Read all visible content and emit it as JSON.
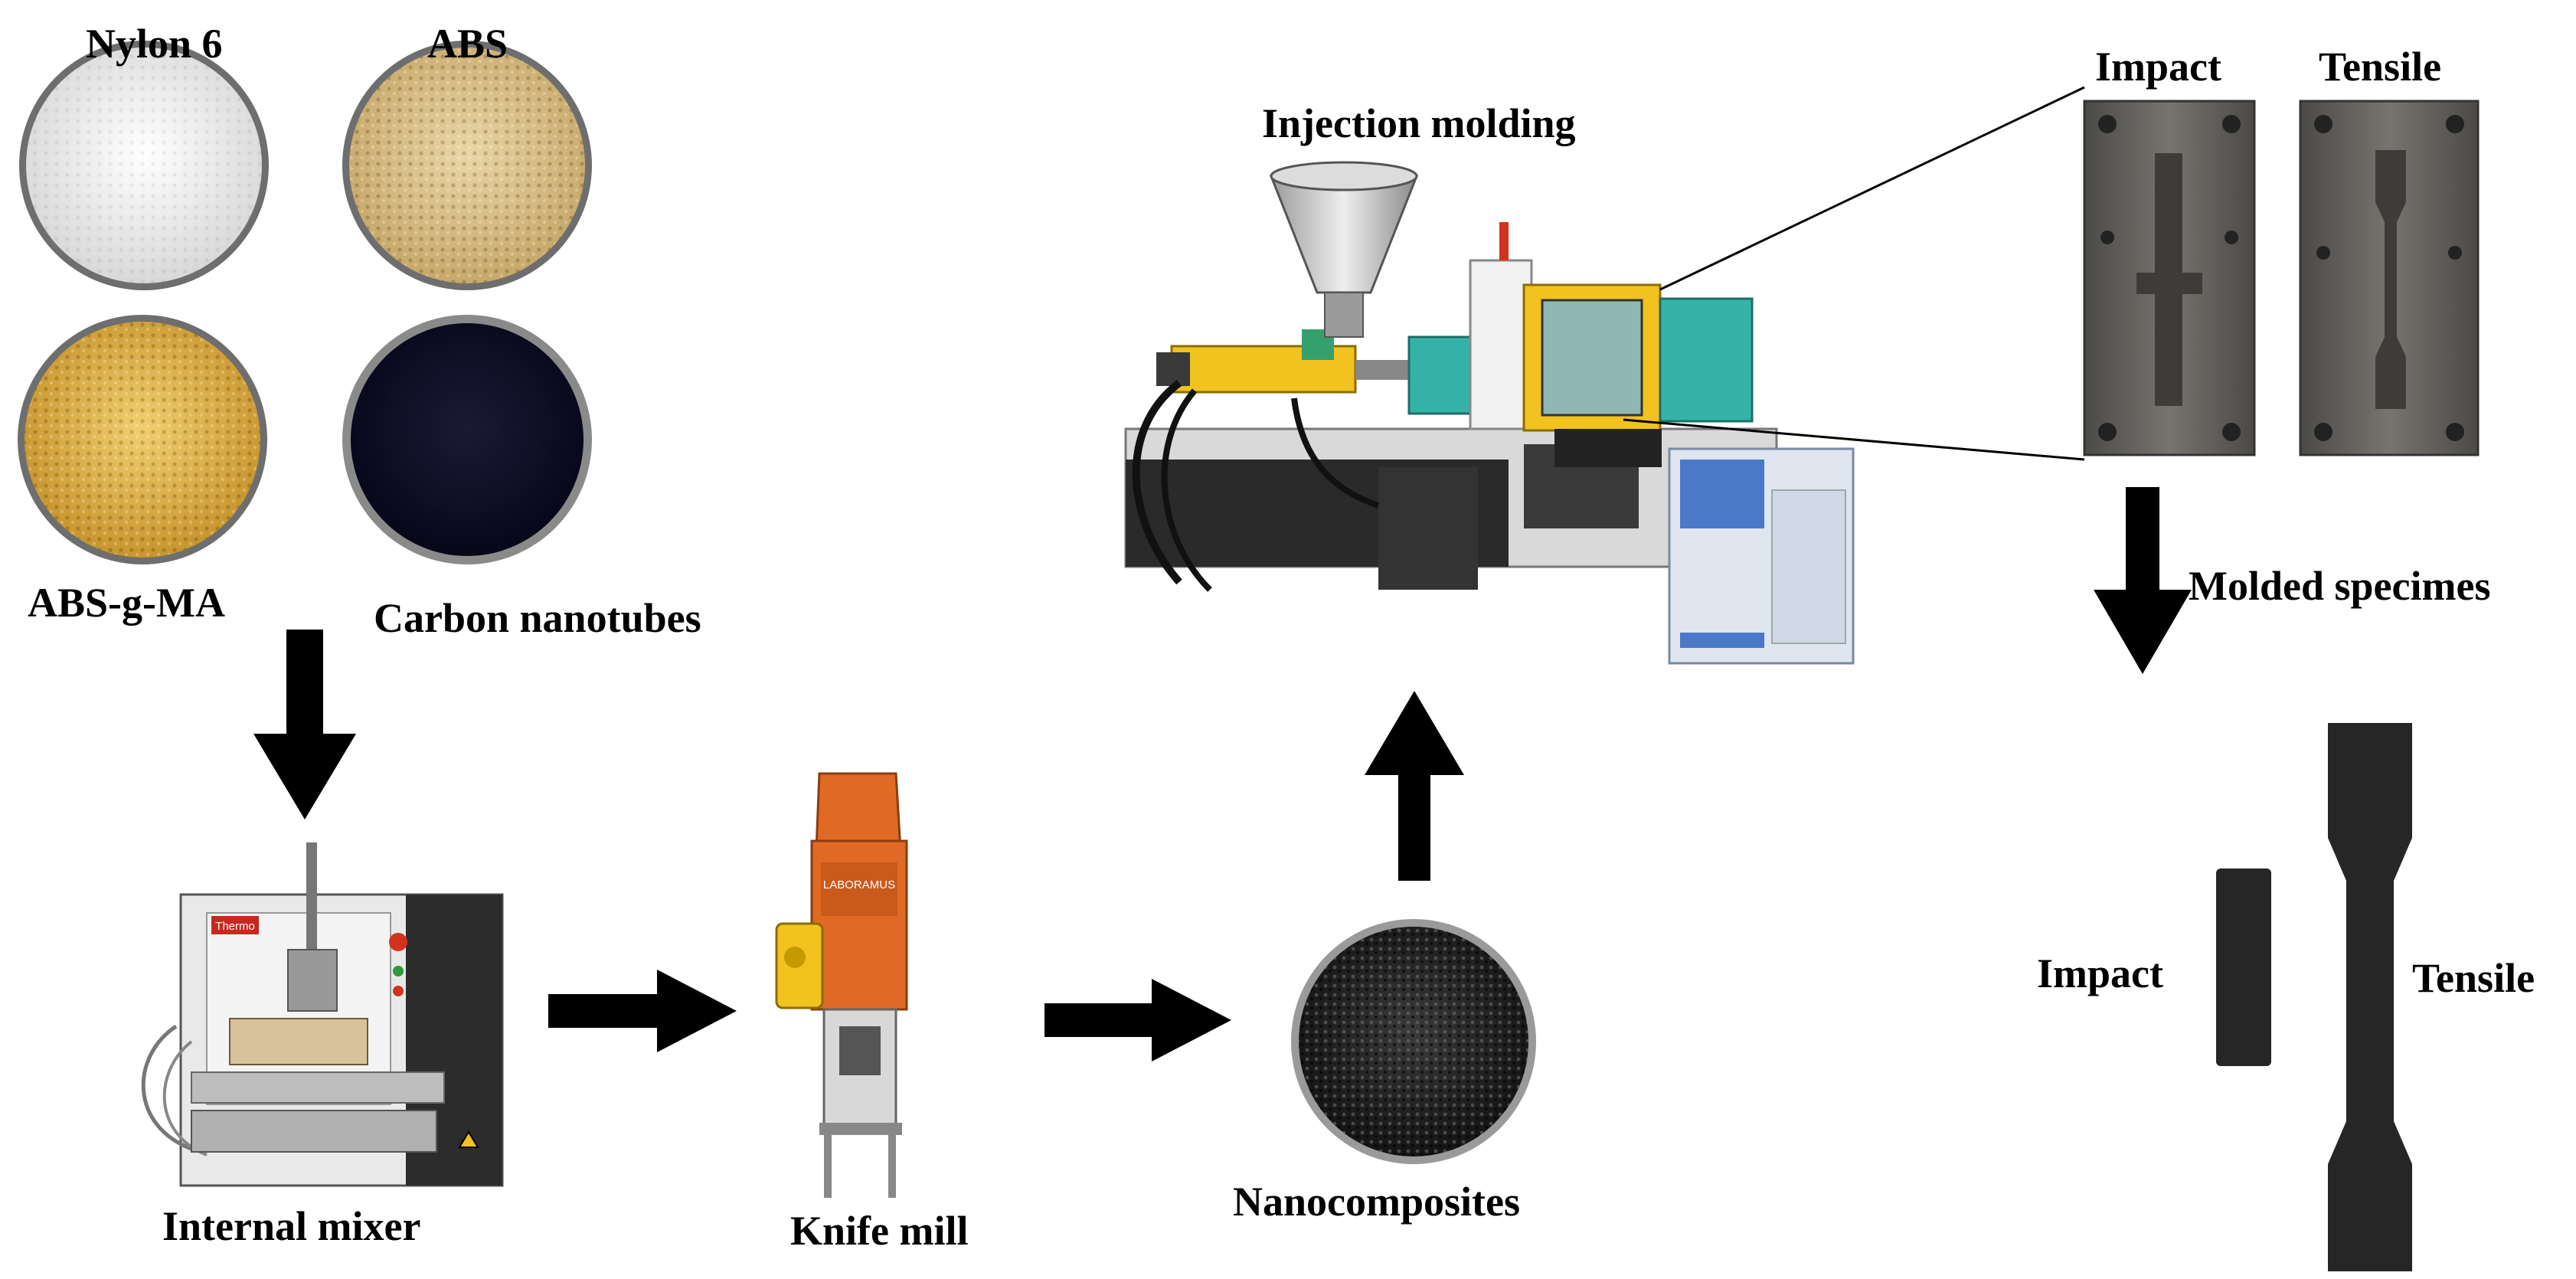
{
  "labels": {
    "nylon6": "Nylon 6",
    "abs": "ABS",
    "absgma": "ABS-g-MA",
    "cnt": "Carbon nanotubes",
    "internal_mixer": "Internal mixer",
    "knife_mill": "Knife mill",
    "nanocomposites": "Nanocomposites",
    "injection_molding": "Injection molding",
    "mold_impact": "Impact",
    "mold_tensile": "Tensile",
    "molded_specimens": "Molded specimes",
    "spec_impact": "Impact",
    "spec_tensile": "Tensile"
  },
  "machine_text": {
    "mixer_brand": "Thermo",
    "mill_brand": "LABORAMUS"
  },
  "colors": {
    "nylon": "#eeeeee",
    "abs": "#dcc592",
    "absgma": "#e2b74b",
    "cnt": "#141428",
    "arrow": "#000000",
    "mill_orange": "#e06a24",
    "machine_teal": "#35b3a8",
    "machine_yellow": "#f2c21e",
    "mold_steel": "#5f5d5a"
  }
}
